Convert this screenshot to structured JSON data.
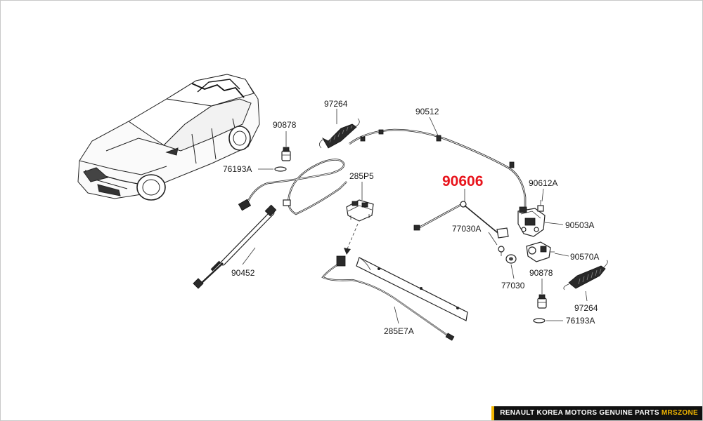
{
  "callouts": [
    {
      "id": "c-97264-top",
      "text": "97264"
    },
    {
      "id": "c-90512",
      "text": "90512"
    },
    {
      "id": "c-90878-top",
      "text": "90878"
    },
    {
      "id": "c-76193a-top",
      "text": "76193A"
    },
    {
      "id": "c-285p5",
      "text": "285P5"
    },
    {
      "id": "c-90452",
      "text": "90452"
    },
    {
      "id": "c-90606",
      "text": "90606",
      "highlight": true
    },
    {
      "id": "c-90612a",
      "text": "90612A"
    },
    {
      "id": "c-77030a",
      "text": "77030A"
    },
    {
      "id": "c-90503a",
      "text": "90503A"
    },
    {
      "id": "c-90570a",
      "text": "90570A"
    },
    {
      "id": "c-77030",
      "text": "77030"
    },
    {
      "id": "c-90878-bot",
      "text": "90878"
    },
    {
      "id": "c-97264-bot",
      "text": "97264"
    },
    {
      "id": "c-76193a-bot",
      "text": "76193A"
    },
    {
      "id": "c-285e7a",
      "text": "285E7A"
    }
  ],
  "highlight_color": "#e8141c",
  "footer": {
    "text": "RENAULT KOREA MOTORS GENUINE PARTS",
    "brand": "MRSZONE",
    "brand_color": "#f2b600"
  }
}
